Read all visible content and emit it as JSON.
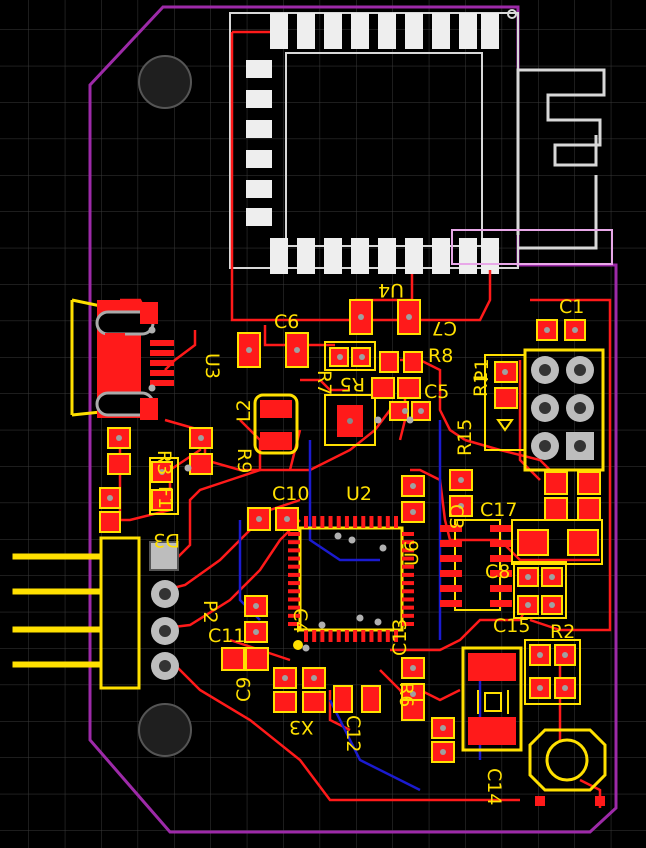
{
  "board": {
    "colors": {
      "background": "#000000",
      "grid": "#3a3a3a",
      "outline": "#9d2aa8",
      "copper": "#ff1a1a",
      "silkscreen": "#ffe000",
      "antenna": "#d8d8d8",
      "via": "#b0b0b0",
      "bottom_layer": "#1b1bcf"
    },
    "labels": {
      "C1": "C1",
      "C5": "C5",
      "C6": "C6",
      "C7": "C7",
      "C8": "C8",
      "C10": "C10",
      "C11": "C11",
      "C12": "C12",
      "C13": "C13",
      "C14": "C14",
      "C15": "C15",
      "C17": "C17",
      "C3": "C3",
      "C4": "C4",
      "C9": "C9",
      "R1": "R1",
      "R2": "R2",
      "R3": "R3",
      "R5": "R5",
      "R6": "R6",
      "R7": "R7",
      "R8": "R8",
      "R9": "R9",
      "R15": "R15",
      "F1": "F1",
      "U2": "U2",
      "U3": "U3",
      "U4": "U4",
      "U6": "U6",
      "D3": "D3",
      "L2": "L2",
      "P1": "P1",
      "P2": "P2",
      "X3": "X3"
    }
  }
}
